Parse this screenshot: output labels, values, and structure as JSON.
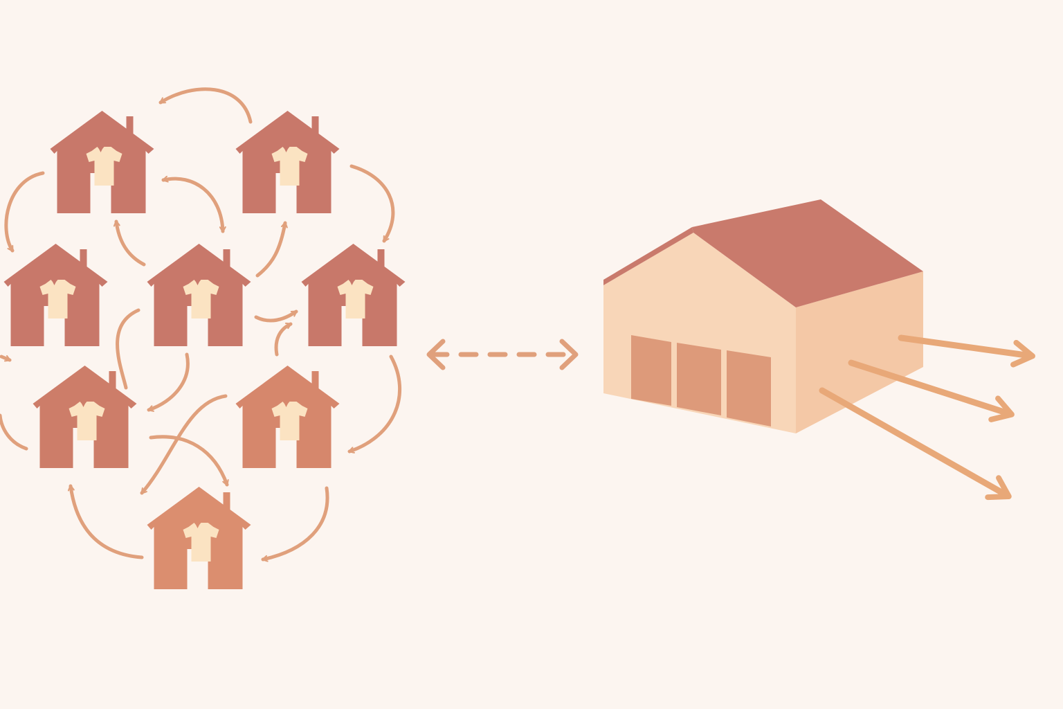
{
  "diagram": {
    "background": "#fcf5f0",
    "colors": {
      "house_dark": "#c8786a",
      "house_light": "#d98c72",
      "shirt": "#fbe3c2",
      "arrow": "#e0a07c",
      "dashed_arrow": "#e0a07c",
      "warehouse_roof": "#c97a6c",
      "warehouse_front": "#f8d6b8",
      "warehouse_side": "#f4c8a6",
      "warehouse_doors": "#dd9a7a",
      "outbound_arrow": "#e8a878"
    },
    "left_group": {
      "icon": "house-with-shirt-icon",
      "house_count": 8,
      "connector": "curved-exchange-arrow"
    },
    "link": {
      "style": "dashed",
      "direction": "bidirectional"
    },
    "right_group": {
      "icon": "warehouse-icon",
      "door_count": 3,
      "outbound_arrows": 3
    }
  }
}
